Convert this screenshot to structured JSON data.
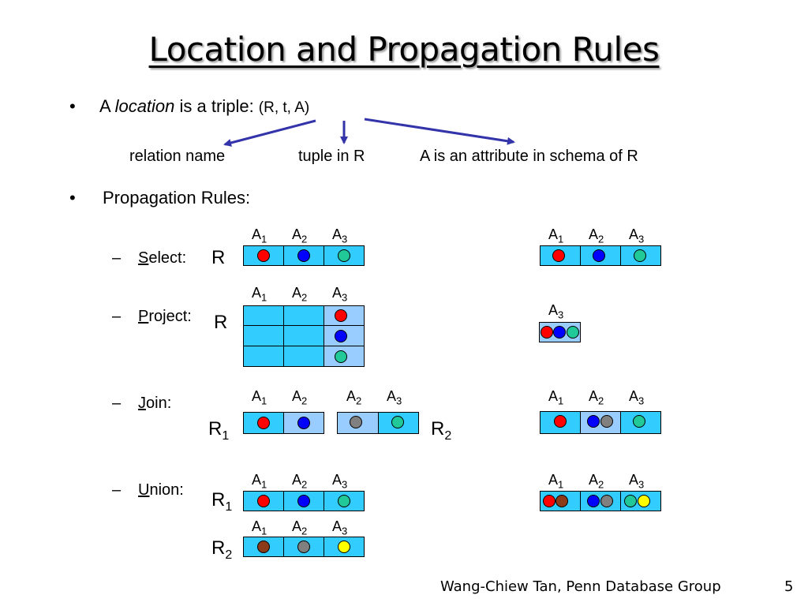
{
  "title": "Location and Propagation Rules",
  "bullet1": {
    "marker": "•",
    "prefix": "A ",
    "italic": "location",
    "suffix": " is a triple: ",
    "triple": "(R, t, A)"
  },
  "annotations": {
    "relation": "relation name",
    "tuple": "tuple in R",
    "attribute": "A is an attribute in schema of R"
  },
  "bullet2": {
    "marker": "•",
    "text": "Propagation Rules:"
  },
  "rules": {
    "dash": "–",
    "select": {
      "initial": "S",
      "rest": "elect:",
      "relation": "R"
    },
    "project": {
      "initial": "P",
      "rest": "roject:",
      "relation": "R"
    },
    "join": {
      "initial": "J",
      "rest": "oin:",
      "rel_left": "R",
      "rel_left_sub": "1",
      "rel_right": "R",
      "rel_right_sub": "2"
    },
    "union": {
      "initial": "U",
      "rest": "nion:",
      "rel_top": "R",
      "rel_top_sub": "1",
      "rel_bottom": "R",
      "rel_bottom_sub": "2"
    }
  },
  "attr": {
    "letter": "A",
    "s1": "1",
    "s2": "2",
    "s3": "3"
  },
  "colors": {
    "cell_cyan": "#33ccff",
    "cell_light": "#99ccff",
    "red": "#ff0000",
    "blue": "#0000ff",
    "teal": "#20c997",
    "gray": "#808080",
    "brown": "#8b3a1a",
    "yellow": "#ffff00",
    "arrow": "#3333aa"
  },
  "footer": {
    "credit": "Wang-Chiew Tan, Penn Database Group",
    "page": "5"
  }
}
